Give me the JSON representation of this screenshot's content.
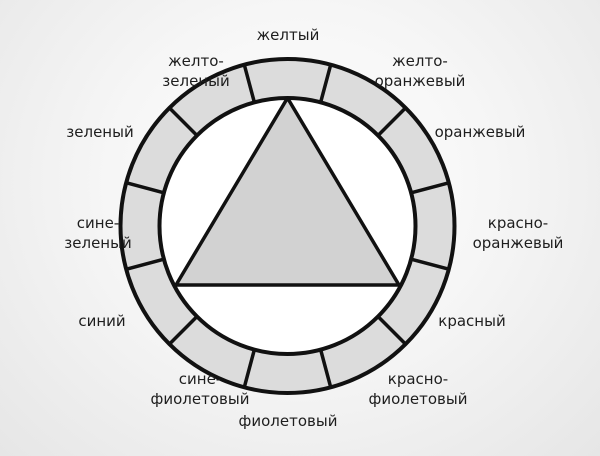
{
  "title": "Цветовой круг",
  "colors": {
    "segment_fill": "#dcdcdc",
    "triangle_fill": "#d2d2d2",
    "stroke": "#111111",
    "text": "#1e1e1e"
  },
  "labels": {
    "yellow": [
      "желтый"
    ],
    "yellow_orange": [
      "желто-",
      "оранжевый"
    ],
    "orange": [
      "оранжевый"
    ],
    "red_orange": [
      "красно-",
      "оранжевый"
    ],
    "red": [
      "красный"
    ],
    "red_violet": [
      "красно-",
      "фиолетовый"
    ],
    "violet": [
      "фиолетовый"
    ],
    "blue_violet": [
      "сине-",
      "фиолетовый"
    ],
    "blue": [
      "синий"
    ],
    "blue_green": [
      "сине-",
      "зеленый"
    ],
    "green": [
      "зеленый"
    ],
    "yellow_green": [
      "желто-",
      "зеленый"
    ]
  }
}
